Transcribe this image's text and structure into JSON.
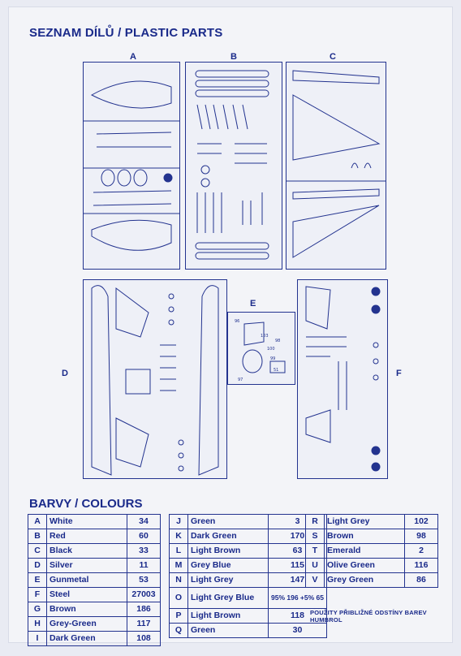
{
  "header": {
    "title": "SEZNAM DÍLŮ / PLASTIC PARTS"
  },
  "sprues": {
    "a": "A",
    "b": "B",
    "c": "C",
    "d": "D",
    "e": "E",
    "f": "F"
  },
  "part_numbers": {
    "e_parts": [
      "96",
      "103",
      "98",
      "100",
      "99",
      "51",
      "97"
    ]
  },
  "colours": {
    "title": "BARVY / COLOURS",
    "columns": [
      [
        {
          "code": "A",
          "name": "White",
          "num": "34"
        },
        {
          "code": "B",
          "name": "Red",
          "num": "60"
        },
        {
          "code": "C",
          "name": "Black",
          "num": "33"
        },
        {
          "code": "D",
          "name": "Silver",
          "num": "11"
        },
        {
          "code": "E",
          "name": "Gunmetal",
          "num": "53"
        },
        {
          "code": "F",
          "name": "Steel",
          "num": "27003"
        },
        {
          "code": "G",
          "name": "Brown",
          "num": "186"
        },
        {
          "code": "H",
          "name": "Grey-Green",
          "num": "117"
        },
        {
          "code": "I",
          "name": "Dark Green",
          "num": "108"
        }
      ],
      [
        {
          "code": "J",
          "name": "Green",
          "num": "3"
        },
        {
          "code": "K",
          "name": "Dark Green",
          "num": "170"
        },
        {
          "code": "L",
          "name": "Light Brown",
          "num": "63"
        },
        {
          "code": "M",
          "name": "Grey Blue",
          "num": "115"
        },
        {
          "code": "N",
          "name": "Light Grey",
          "num": "147"
        },
        {
          "code": "O",
          "name": "Light Grey Blue",
          "num": "95% 196 +5% 65"
        },
        {
          "code": "P",
          "name": "Light Brown",
          "num": "118"
        },
        {
          "code": "Q",
          "name": "Green",
          "num": "30"
        }
      ],
      [
        {
          "code": "R",
          "name": "Light Grey",
          "num": "102"
        },
        {
          "code": "S",
          "name": "Brown",
          "num": "98"
        },
        {
          "code": "T",
          "name": "Emerald",
          "num": "2"
        },
        {
          "code": "U",
          "name": "Olive Green",
          "num": "116"
        },
        {
          "code": "V",
          "name": "Grey Green",
          "num": "86"
        }
      ]
    ],
    "note": "POUŽITY PŘIBLIŽNÉ ODSTÍNY BAREV HUMBROL"
  },
  "colors": {
    "ink": "#1a2a8a",
    "paper": "#f3f4f8"
  }
}
